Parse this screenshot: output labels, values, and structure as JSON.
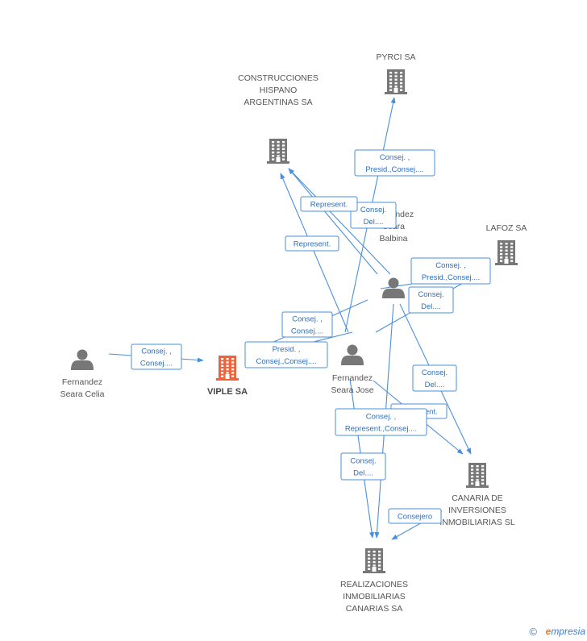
{
  "nodes": [
    {
      "id": "viple",
      "kind": "company",
      "focus": true,
      "label": [
        "VIPLE SA"
      ]
    },
    {
      "id": "pyrci",
      "kind": "company",
      "label": [
        "PYRCI SA"
      ]
    },
    {
      "id": "construcciones",
      "kind": "company",
      "label": [
        "CONSTRUCCIONES",
        "HISPANO",
        "ARGENTINAS SA"
      ]
    },
    {
      "id": "lafoz",
      "kind": "company",
      "label": [
        "LAFOZ SA"
      ]
    },
    {
      "id": "canaria",
      "kind": "company",
      "label": [
        "CANARIA DE",
        "INVERSIONES",
        "INMOBILIARIAS SL"
      ]
    },
    {
      "id": "realizaciones",
      "kind": "company",
      "label": [
        "REALIZACIONES",
        "INMOBILIARIAS",
        "CANARIAS SA"
      ]
    },
    {
      "id": "celia",
      "kind": "person",
      "label": [
        "Fernandez",
        "Seara Celia"
      ]
    },
    {
      "id": "jose",
      "kind": "person",
      "label": [
        "Fernandez",
        "Seara Jose"
      ]
    },
    {
      "id": "balbina",
      "kind": "person",
      "label": [
        "Fernandez",
        "Seara",
        "Balbina"
      ]
    }
  ],
  "edges": [
    {
      "from": "celia",
      "to": "viple",
      "label": [
        "Consej. ,",
        "Consej...."
      ]
    },
    {
      "from": "jose",
      "to": "viple",
      "label": [
        "Presid. ,",
        "Consej.,Consej...."
      ]
    },
    {
      "from": "balbina",
      "to": "viple",
      "label": [
        "Consej. ,",
        "Consej...."
      ]
    },
    {
      "from": "jose",
      "to": "pyrci",
      "label": [
        "Consej. ,",
        "Presid.,Consej...."
      ]
    },
    {
      "from": "balbina",
      "to": "pyrci",
      "label": [
        "Consej.",
        "Del...."
      ]
    },
    {
      "from": "jose",
      "to": "construcciones",
      "label": [
        "Represent."
      ]
    },
    {
      "from": "balbina",
      "to": "construcciones",
      "label": [
        "Represent."
      ]
    },
    {
      "from": "jose",
      "to": "lafoz",
      "label": [
        "Consej. ,",
        "Presid.,Consej...."
      ]
    },
    {
      "from": "balbina",
      "to": "lafoz",
      "label": [
        "Consej.",
        "Del...."
      ]
    },
    {
      "from": "balbina",
      "to": "canaria",
      "label": [
        "Consej.",
        "Del...."
      ]
    },
    {
      "from": "jose",
      "to": "canaria",
      "label": [
        "Represent."
      ]
    },
    {
      "from": "jose",
      "to": "realizaciones",
      "label": [
        "Consej. ,",
        "Represent.,Consej...."
      ]
    },
    {
      "from": "balbina",
      "to": "realizaciones",
      "label": [
        "Consej.",
        "Del...."
      ]
    },
    {
      "from": "canaria",
      "to": "realizaciones",
      "label": [
        "Consejero"
      ]
    }
  ],
  "colors": {
    "edge": "#4a8fdd",
    "company_icon": "#777777",
    "focus_icon": "#f0623a",
    "person_icon": "#777777"
  },
  "footer": {
    "copyright_symbol": "©",
    "brand_initial": "e",
    "brand_rest": "mpresia"
  }
}
